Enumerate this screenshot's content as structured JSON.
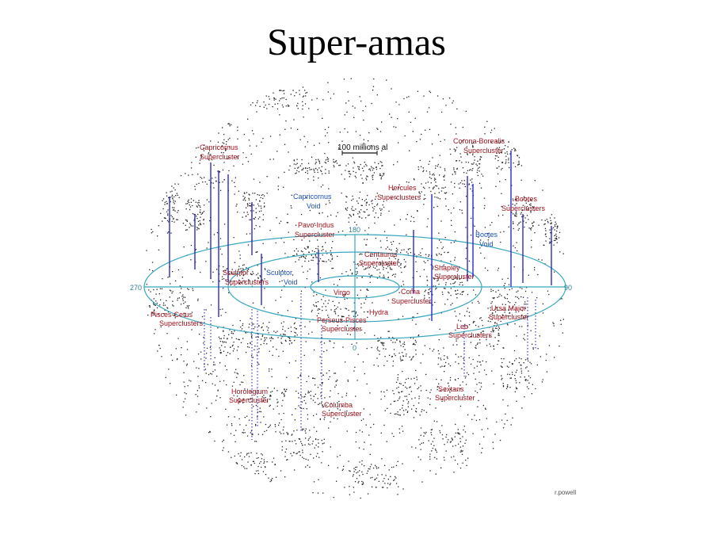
{
  "title": "Super-amas",
  "scale_label": "100 millions al",
  "credit": "r.powell",
  "angles": {
    "a0": "0",
    "a90": "90",
    "a180": "180",
    "a270": "270"
  },
  "superclusters": {
    "capricornus": [
      "Capricornus",
      "Supercluster"
    ],
    "corona_borealis": [
      "Corona-Borealis",
      "Supercluster"
    ],
    "hercules": [
      "Hercules",
      "Superclusters"
    ],
    "bootes": [
      "Bootes",
      "Superclusters"
    ],
    "pavo_indus": [
      "Pavo-Indus",
      "Supercluster"
    ],
    "centaurus": [
      "Centaurus",
      "Supercluster"
    ],
    "sculptor": [
      "Sculptor",
      "Superclusters"
    ],
    "shapley": [
      "Shapley",
      "Supercluster"
    ],
    "coma": [
      "Coma",
      "Supercluster"
    ],
    "pisces_cetus": [
      "Pisces-Cetus",
      "Superclusters"
    ],
    "perseus_pisces": [
      "Perseus-Pisces",
      "Supercluster"
    ],
    "ursa_major": [
      "Ursa Major",
      "Supercluster"
    ],
    "leo": [
      "Leo",
      "Superclusters"
    ],
    "horologium": [
      "Horologium",
      "Supercluster"
    ],
    "columba": [
      "Columba",
      "Supercluster"
    ],
    "sextans": [
      "Sextans",
      "Supercluster"
    ],
    "virgo": "Virgo",
    "hydra": "Hydra"
  },
  "voids": {
    "capricornus": [
      "Capricornus",
      "Void"
    ],
    "bootes": [
      "Bootes",
      "Void"
    ],
    "sculptor": [
      "Sculptor",
      "Void"
    ]
  },
  "colors": {
    "supercluster_label": "#a0101a",
    "void_label": "#1a4fbf",
    "ring": "#3aa8c0",
    "stalk": "#2a2ad0"
  }
}
